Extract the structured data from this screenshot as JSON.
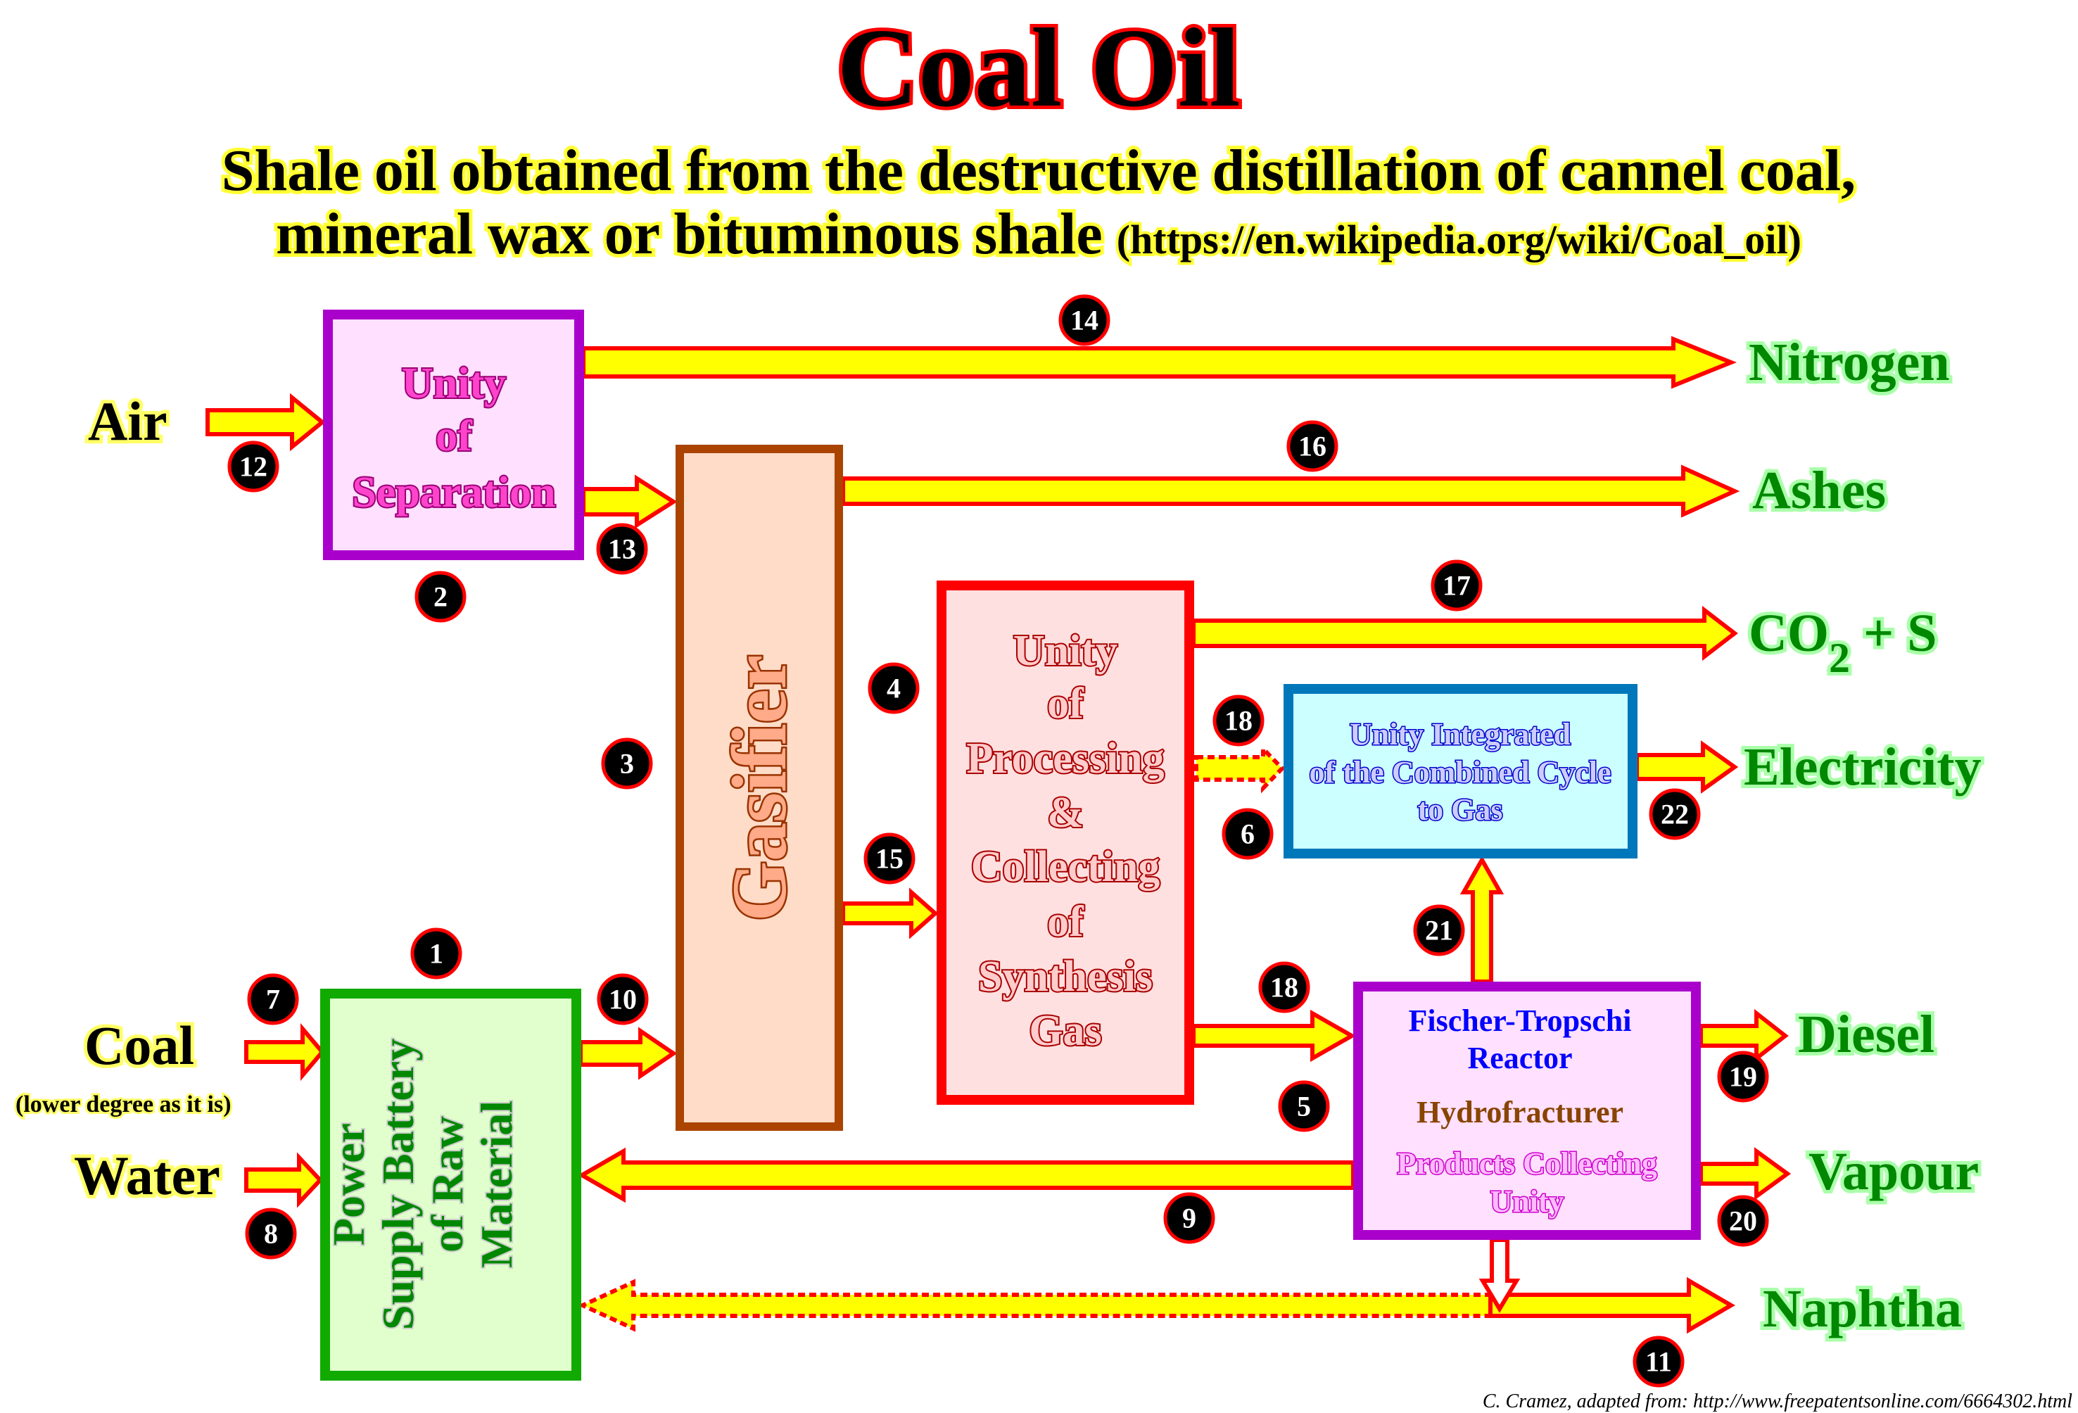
{
  "title": "Coal Oil",
  "subtitle": {
    "line1": "Shale oil obtained from the destructive distillation of cannel coal,",
    "line2": "mineral wax or bituminous shale",
    "source": "(https://en.wikipedia.org/wiki/Coal_oil)"
  },
  "inputs": {
    "air": "Air",
    "coal": "Coal",
    "coal_note": "(lower degree as it is)",
    "water": "Water"
  },
  "units": {
    "separation": [
      "Unity",
      "of",
      "Separation"
    ],
    "gasifier": "Gasifier",
    "processing": [
      "Unity",
      "of",
      "Processing",
      "&",
      "Collecting",
      "of",
      "Synthesis",
      "Gas"
    ],
    "combined_cycle": [
      "Unity Integrated",
      "of the Combined Cycle",
      "to Gas"
    ],
    "fischer_tropsch": {
      "line1": "Fischer-Tropschi",
      "line2": "Reactor",
      "line3": "Hydrofracturer",
      "line4": "Products Collecting",
      "line5": "Unity"
    },
    "power_supply": [
      "Power",
      "Supply Battery",
      "of Raw",
      "Material"
    ]
  },
  "outputs": {
    "nitrogen": "Nitrogen",
    "ashes": "Ashes",
    "co2_s_prefix": "CO",
    "co2_s_sub": "2",
    "co2_s_suffix": " + S",
    "electricity": "Electricity",
    "diesel": "Diesel",
    "vapour": "Vapour",
    "naphtha": "Naphtha"
  },
  "badges": {
    "b1": "1",
    "b2": "2",
    "b3": "3",
    "b4": "4",
    "b5": "5",
    "b6": "6",
    "b7": "7",
    "b8": "8",
    "b9": "9",
    "b10": "10",
    "b11": "11",
    "b12": "12",
    "b13": "13",
    "b14": "14",
    "b15": "15",
    "b16": "16",
    "b17": "17",
    "b18a": "18",
    "b18b": "18",
    "b19": "19",
    "b20": "20",
    "b21": "21",
    "b22": "22"
  },
  "credit": "C. Cramez, adapted from: http://www.freepatentsonline.com/6664302.html"
}
